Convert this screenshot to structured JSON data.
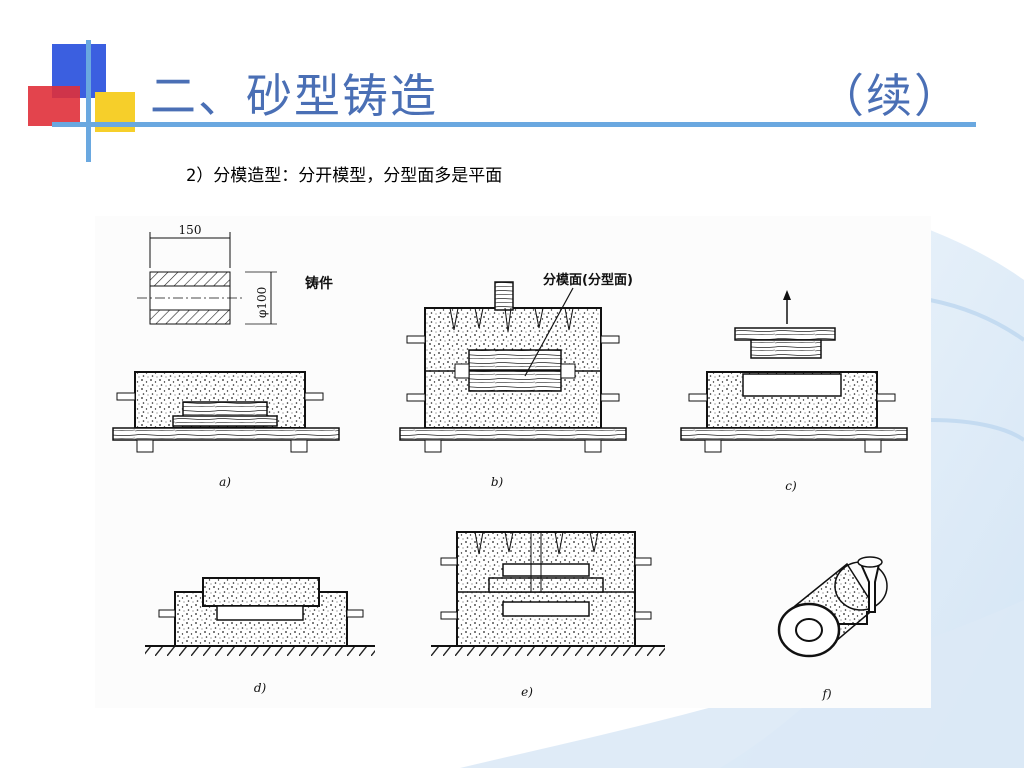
{
  "slide": {
    "title": "二、砂型铸造",
    "title_suffix": "（续）",
    "subtitle": "2）分模造型：分开模型，分型面多是平面"
  },
  "figure": {
    "casting_dim_width": "150",
    "casting_dim_diameter": "φ100",
    "casting_label": "铸件",
    "parting_label": "分模面(分型面)",
    "panel_labels": [
      "a)",
      "b)",
      "c)",
      "d)",
      "e)",
      "f)"
    ]
  },
  "colors": {
    "title": "#4a6fb5",
    "rule": "#6aa8e0",
    "logo_blue": "#3b5fe0",
    "logo_red": "#e0303a",
    "logo_yellow": "#f6cf2a"
  }
}
